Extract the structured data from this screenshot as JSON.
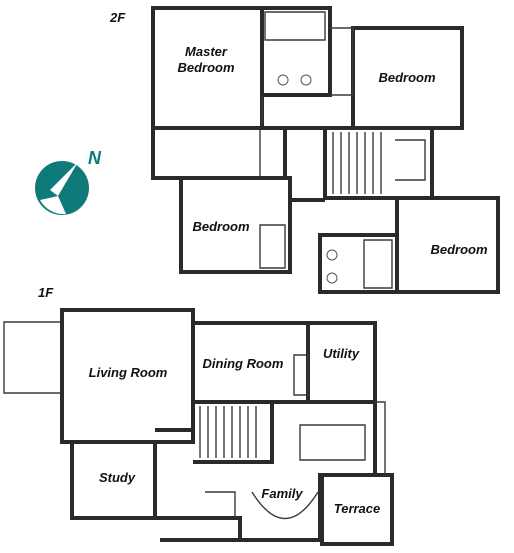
{
  "floors": {
    "second": {
      "label": "2F"
    },
    "first": {
      "label": "1F"
    }
  },
  "compass": {
    "label": "N",
    "color": "#0f7a7a"
  },
  "rooms": {
    "master_bedroom_line1": "Master",
    "master_bedroom_line2": "Bedroom",
    "bedroom_ne": "Bedroom",
    "bedroom_w": "Bedroom",
    "bedroom_se": "Bedroom",
    "living_room": "Living Room",
    "dining_room": "Dining Room",
    "utility": "Utility",
    "study": "Study",
    "family": "Family",
    "terrace": "Terrace"
  }
}
